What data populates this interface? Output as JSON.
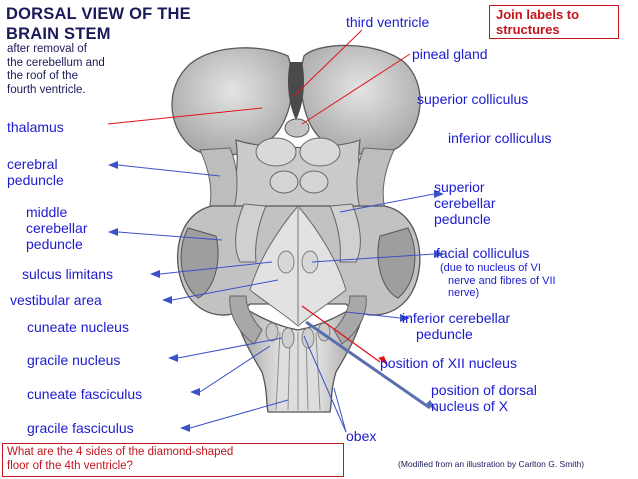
{
  "title_line1": "DORSAL VIEW OF THE",
  "title_line2": "BRAIN STEM",
  "subtitle_lines": [
    "after removal of",
    "the cerebellum and",
    "the roof of the",
    "fourth ventricle."
  ],
  "instruction_lines": [
    "Join labels to",
    "structures"
  ],
  "question_lines": [
    "What are the 4 sides of the diamond-shaped",
    "floor of the 4th ventricle?"
  ],
  "credit": "(Modified from an illustration by Carlton G. Smith)",
  "labels_left": {
    "thalamus": "thalamus",
    "cerebral_peduncle": [
      "cerebral",
      "peduncle"
    ],
    "middle_cerebellar_peduncle": [
      "middle",
      "cerebellar",
      "peduncle"
    ],
    "sulcus_limitans": "sulcus limitans",
    "vestibular_area": "vestibular area",
    "cuneate_nucleus": "cuneate nucleus",
    "gracile_nucleus": "gracile nucleus",
    "cuneate_fasciculus": "cuneate fasciculus",
    "gracile_fasciculus": "gracile fasciculus"
  },
  "labels_right": {
    "third_ventricle": "third ventricle",
    "pineal_gland": "pineal gland",
    "superior_colliculus": "superior colliculus",
    "inferior_colliculus": "inferior colliculus",
    "superior_cerebellar_peduncle": [
      "superior",
      "cerebellar",
      "peduncle"
    ],
    "facial_colliculus": "facial colliculus",
    "facial_colliculus_note": [
      "(due to nucleus of VI",
      "nerve and fibres of VII",
      "nerve)"
    ],
    "inferior_cerebellar_peduncle": [
      "inferior cerebellar",
      "peduncle"
    ],
    "position_xii_nucleus": "position of XII nucleus",
    "position_dorsal_nucleus_x": [
      "position of dorsal",
      "nucleus of X"
    ],
    "obex": "obex"
  },
  "colors": {
    "label_text": "#1b1bcf",
    "title_text": "#1a1a5a",
    "accent_red": "#c4141c",
    "pointer_blue": "#3a52c9",
    "pointer_red": "#e0141c",
    "tissue_light": "#d7d7d7",
    "tissue_mid": "#b3b3b3",
    "tissue_dark": "#6f6f6f"
  }
}
